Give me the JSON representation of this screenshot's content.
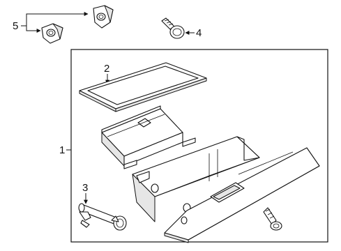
{
  "callouts": {
    "c1": "1",
    "c2": "2",
    "c3": "3",
    "c4": "4",
    "c5": "5"
  },
  "parts": [
    {
      "callout": "1",
      "part": "glove-box-assembly"
    },
    {
      "callout": "2",
      "part": "glove-box-liner-seal"
    },
    {
      "callout": "3",
      "part": "glove-box-damper"
    },
    {
      "callout": "4",
      "part": "screw"
    },
    {
      "callout": "5",
      "part": "bumper-stop-pair"
    }
  ]
}
